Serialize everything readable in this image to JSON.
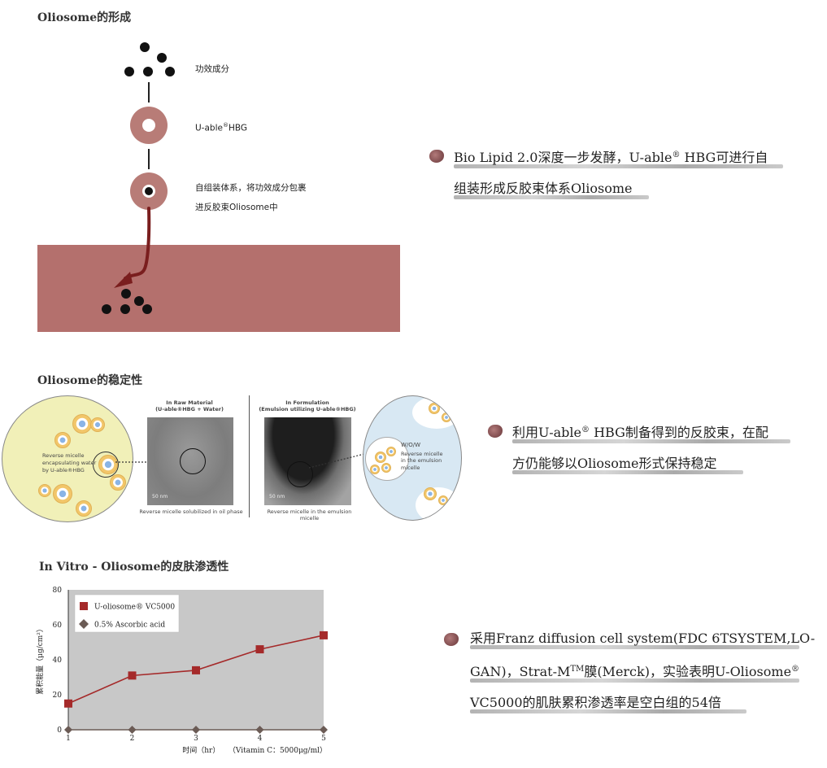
{
  "section1": {
    "title": "Oliosome的形成",
    "label_active": "功效成分",
    "label_uable_prefix": "U-able",
    "label_uable_sup": "®",
    "label_uable_suffix": "HBG",
    "label_system_line1": "自组装体系，将功效成分包裹",
    "label_system_line2": "进反胶束Oliosome中",
    "note_line1_a": "Bio Lipid 2.0深度一步发酵，U-able",
    "note_line1_sup": "®",
    "note_line1_b": " HBG可进行自",
    "note_line2": "组装形成反胶束体系Oliosome",
    "colors": {
      "ring": "#b87c77",
      "skin": "#b4706d",
      "arrow": "#7a1e1e"
    }
  },
  "section2": {
    "title": "Oliosome的稳定性",
    "left_circle_label_line1": "Reverse micelle",
    "left_circle_label_line2": "encapsulating water",
    "left_circle_label_line3": "by U-able®HBG",
    "raw_title_line1": "In Raw Material",
    "raw_title_line2": "(U-able®HBG + Water)",
    "raw_caption": "Reverse micelle solubilized in oil phase",
    "raw_scale": "50 nm",
    "form_title_line1": "In Formulation",
    "form_title_line2": "(Emulsion utilizing U-able®HBG)",
    "form_caption": "Reverse micelle in the emulsion micelle",
    "form_scale": "50 nm",
    "right_circle_label_wow": "W/O/W",
    "right_circle_label_line1": "Reverse micelle",
    "right_circle_label_line2": "in the emulsion",
    "right_circle_label_line3": "micelle",
    "note_line1_a": "利用U-able",
    "note_line1_sup": "®",
    "note_line1_b": " HBG制备得到的反胶束，在配",
    "note_line2": "方仍能够以Oliosome形式保持稳定"
  },
  "section3": {
    "title": "In Vitro  - Oliosome的皮肤渗透性",
    "note_line1": "采用Franz diffusion cell system(FDC 6TSYSTEM,LO-",
    "note_line2_a": "GAN)，Strat-M",
    "note_line2_sup1": "TM",
    "note_line2_b": "膜(Merck)，实验表明U-Oliosome",
    "note_line2_sup2": "®",
    "note_line3": "VC5000的肌肤累积渗透率是空白组的54倍"
  },
  "chart_data": {
    "type": "line",
    "x": [
      1,
      2,
      3,
      4,
      5
    ],
    "series": [
      {
        "name": "U-oliosome® VC5000",
        "values": [
          15,
          31,
          34,
          46,
          54
        ],
        "color": "#a52a2a",
        "marker": "square"
      },
      {
        "name": "0.5% Ascorbic acid",
        "values": [
          0,
          0,
          0,
          0,
          0
        ],
        "color": "#6b5b55",
        "marker": "diamond"
      }
    ],
    "ylabel": "累积能量（μg/cm²）",
    "xlabel": "时间（hr）",
    "xnote": "（Vitamin C：5000μg/ml）",
    "ylim": [
      0,
      80
    ],
    "yticks": [
      0,
      20,
      40,
      60,
      80
    ],
    "xticks": [
      1,
      2,
      3,
      4,
      5
    ],
    "grid": false,
    "legend": "top-left",
    "background": "#c8c8c8"
  }
}
